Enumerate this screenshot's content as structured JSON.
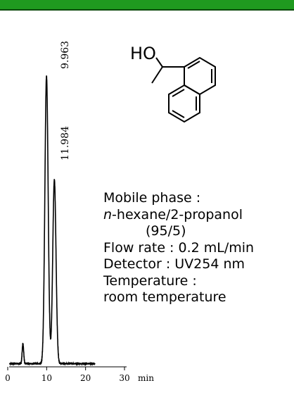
{
  "chart_data": {
    "type": "line",
    "xlabel": "min",
    "x_ticks": [
      0,
      10,
      20,
      30
    ],
    "xlim": [
      0,
      30
    ],
    "peaks": [
      {
        "label": "9.963",
        "x": 9.963,
        "height": 1.0
      },
      {
        "label": "11.984",
        "x": 11.984,
        "height": 0.64
      }
    ],
    "minor_peaks": [
      {
        "x": 3.9,
        "height": 0.07
      }
    ]
  },
  "molecule": {
    "hydroxyl_label": "HO"
  },
  "conditions": {
    "mobile_phase_label": "Mobile phase :",
    "solvent_prefix": "n",
    "solvent_rest": "-hexane/2-propanol",
    "ratio": "(95/5)",
    "flow_rate": "Flow rate : 0.2 mL/min",
    "detector": "Detector : UV254 nm",
    "temperature_label": "Temperature :",
    "temperature_value": "room temperature"
  },
  "colors": {
    "header_bar": "#1f9a1f",
    "trace": "#000000"
  }
}
